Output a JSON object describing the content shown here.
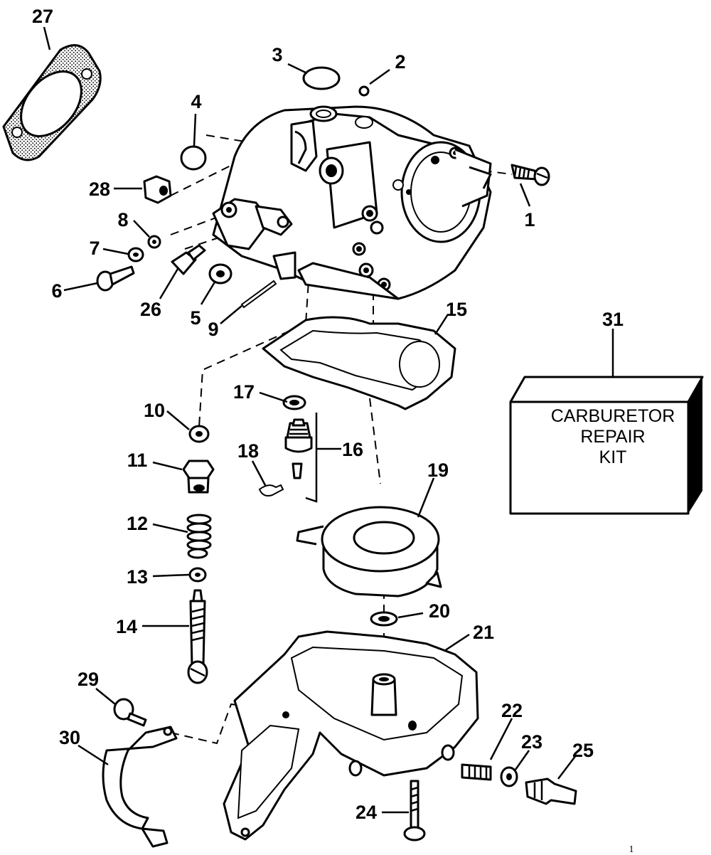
{
  "callouts": [
    {
      "id": "1",
      "label": "1"
    },
    {
      "id": "2",
      "label": "2"
    },
    {
      "id": "3",
      "label": "3"
    },
    {
      "id": "4",
      "label": "4"
    },
    {
      "id": "5",
      "label": "5"
    },
    {
      "id": "6",
      "label": "6"
    },
    {
      "id": "7",
      "label": "7"
    },
    {
      "id": "8",
      "label": "8"
    },
    {
      "id": "9",
      "label": "9"
    },
    {
      "id": "10",
      "label": "10"
    },
    {
      "id": "11",
      "label": "11"
    },
    {
      "id": "12",
      "label": "12"
    },
    {
      "id": "13",
      "label": "13"
    },
    {
      "id": "14",
      "label": "14"
    },
    {
      "id": "15",
      "label": "15"
    },
    {
      "id": "16",
      "label": "16"
    },
    {
      "id": "17",
      "label": "17"
    },
    {
      "id": "18",
      "label": "18"
    },
    {
      "id": "19",
      "label": "19"
    },
    {
      "id": "20",
      "label": "20"
    },
    {
      "id": "21",
      "label": "21"
    },
    {
      "id": "22",
      "label": "22"
    },
    {
      "id": "23",
      "label": "23"
    },
    {
      "id": "24",
      "label": "24"
    },
    {
      "id": "25",
      "label": "25"
    },
    {
      "id": "26",
      "label": "26"
    },
    {
      "id": "27",
      "label": "27"
    },
    {
      "id": "28",
      "label": "28"
    },
    {
      "id": "29",
      "label": "29"
    },
    {
      "id": "30",
      "label": "30"
    },
    {
      "id": "31",
      "label": "31"
    }
  ],
  "repair_kit": {
    "line1": "CARBURETOR",
    "line2": "REPAIR",
    "line3": "KIT"
  },
  "corner_mark": "1"
}
